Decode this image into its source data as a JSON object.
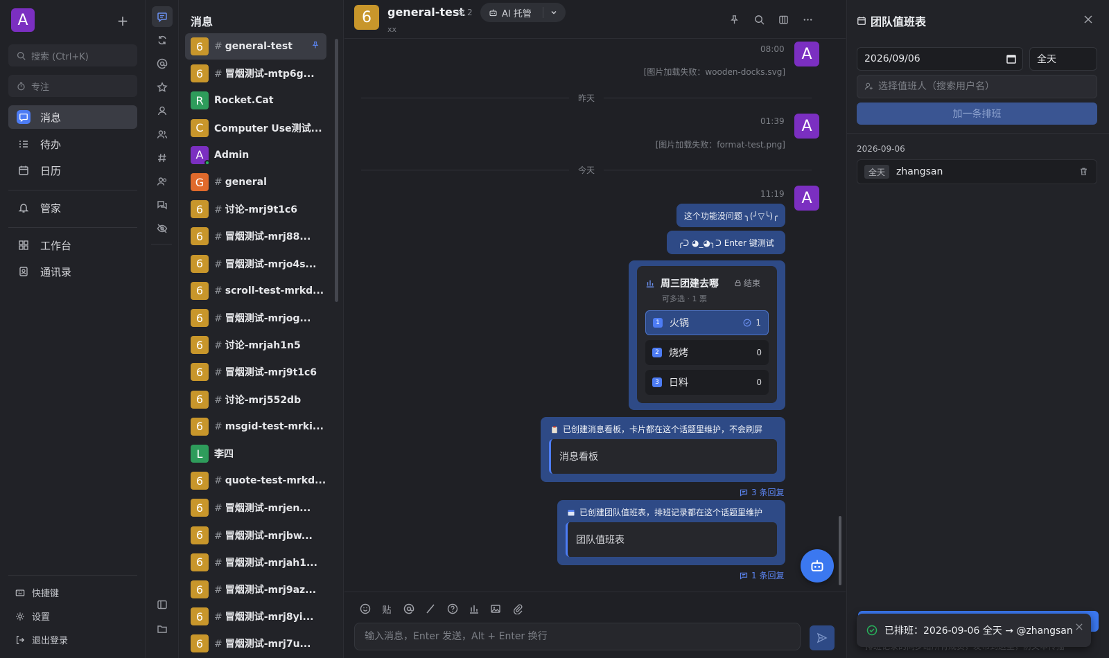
{
  "sidebar": {
    "brand_letter": "A",
    "search_placeholder": "搜索 (Ctrl+K)",
    "focus_label": "专注",
    "items": [
      {
        "label": "消息",
        "icon": "chat-icon"
      },
      {
        "label": "待办",
        "icon": "todo-icon"
      },
      {
        "label": "日历",
        "icon": "calendar-icon"
      },
      {
        "label": "管家",
        "icon": "bell-icon"
      },
      {
        "label": "工作台",
        "icon": "grid-icon"
      },
      {
        "label": "通讯录",
        "icon": "contacts-icon"
      }
    ],
    "bottom": [
      {
        "label": "快捷键",
        "icon": "keyboard-icon"
      },
      {
        "label": "设置",
        "icon": "gear-icon"
      },
      {
        "label": "退出登录",
        "icon": "logout-icon"
      }
    ]
  },
  "channel_list": {
    "title": "消息",
    "items": [
      {
        "name": "general-test",
        "letter": "6",
        "color": "#c8962b",
        "hash": true
      },
      {
        "name": "冒烟测试-mtp6g...",
        "letter": "6",
        "color": "#c8962b",
        "hash": true
      },
      {
        "name": "Rocket.Cat",
        "letter": "R",
        "color": "#2e9c5b",
        "hash": false
      },
      {
        "name": "Computer Use测试...",
        "letter": "C",
        "color": "#c8962b",
        "hash": false
      },
      {
        "name": "Admin",
        "letter": "A",
        "color": "#7b2fc1",
        "hash": false
      },
      {
        "name": "general",
        "letter": "G",
        "color": "#e06a2c",
        "hash": true
      },
      {
        "name": "讨论-mrj9t1c6",
        "letter": "6",
        "color": "#c8962b",
        "hash": true
      },
      {
        "name": "冒烟测试-mrj88...",
        "letter": "6",
        "color": "#c8962b",
        "hash": true
      },
      {
        "name": "冒烟测试-mrjo4s...",
        "letter": "6",
        "color": "#c8962b",
        "hash": true
      },
      {
        "name": "scroll-test-mrkd...",
        "letter": "6",
        "color": "#c8962b",
        "hash": true
      },
      {
        "name": "冒烟测试-mrjog...",
        "letter": "6",
        "color": "#c8962b",
        "hash": true
      },
      {
        "name": "讨论-mrjah1n5",
        "letter": "6",
        "color": "#c8962b",
        "hash": true
      },
      {
        "name": "冒烟测试-mrj9t1c6",
        "letter": "6",
        "color": "#c8962b",
        "hash": true
      },
      {
        "name": "讨论-mrj552db",
        "letter": "6",
        "color": "#c8962b",
        "hash": true
      },
      {
        "name": "msgid-test-mrki...",
        "letter": "6",
        "color": "#c8962b",
        "hash": true
      },
      {
        "name": "李四",
        "letter": "L",
        "color": "#2e9c5b",
        "hash": false
      },
      {
        "name": "quote-test-mrkd...",
        "letter": "6",
        "color": "#c8962b",
        "hash": true
      },
      {
        "name": "冒烟测试-mrjen...",
        "letter": "6",
        "color": "#c8962b",
        "hash": true
      },
      {
        "name": "冒烟测试-mrjbw...",
        "letter": "6",
        "color": "#c8962b",
        "hash": true
      },
      {
        "name": "冒烟测试-mrjah1...",
        "letter": "6",
        "color": "#c8962b",
        "hash": true
      },
      {
        "name": "冒烟测试-mrj9az...",
        "letter": "6",
        "color": "#c8962b",
        "hash": true
      },
      {
        "name": "冒烟测试-mrj8yi...",
        "letter": "6",
        "color": "#c8962b",
        "hash": true
      },
      {
        "name": "冒烟测试-mrj7u...",
        "letter": "6",
        "color": "#c8962b",
        "hash": true
      }
    ]
  },
  "chat": {
    "avatar_letter": "6",
    "title": "general-test",
    "member_count": "2",
    "subtitle": "xx",
    "ai_label": "AI 托管",
    "sender_letter": "A",
    "messages": {
      "t1": "08:00",
      "fail1": "[图片加载失败：wooden-docks.svg]",
      "day_yesterday": "昨天",
      "t2": "01:39",
      "fail2": "[图片加载失败：format-test.png]",
      "day_today": "今天",
      "t3": "11:19",
      "bubble1": "这个功能没问题 ╮(╯▽╰)╭",
      "bubble2": "╭ᑐ ◕_◕╮ᑐ Enter 键测试"
    },
    "poll": {
      "title": "周三团建去哪",
      "status": "结束",
      "meta": "可多选 · 1 票",
      "options": [
        {
          "num": "1",
          "label": "火锅",
          "count": "1",
          "selected": true
        },
        {
          "num": "2",
          "label": "烧烤",
          "count": "0",
          "selected": false
        },
        {
          "num": "3",
          "label": "日料",
          "count": "0",
          "selected": false
        }
      ]
    },
    "board_card": {
      "head": "已创建消息看板，卡片都在这个话题里维护，不会刷屏",
      "inner": "消息看板",
      "replies": "3 条回复"
    },
    "duty_card": {
      "head": "已创建团队值班表，排班记录都在这个话题里维护",
      "inner": "团队值班表",
      "replies": "1 条回复"
    },
    "input_placeholder": "输入消息，Enter 发送，Alt + Enter 换行",
    "tools": [
      "smile-icon",
      "paste-icon",
      "at-icon",
      "slash-icon",
      "help-icon",
      "chart-icon",
      "image-icon",
      "attach-icon"
    ],
    "paste_label": "贴"
  },
  "duty_panel": {
    "title": "团队值班表",
    "date_value": "2026/09/06",
    "allday": "全天",
    "user_placeholder": "选择值班人（搜索用户名）",
    "add_label": "加一条排班",
    "day_header": "2026-09-06",
    "entry": {
      "badge": "全天",
      "user": "zhangsan"
    }
  },
  "toast": {
    "message": "已排班：2026-09-06 全天 → @zhangsan",
    "under_text": "排班记录的同步给所有成员，发布到这里，防文本传播"
  },
  "colors": {
    "accent": "#4d7cf4",
    "bubble": "#2e4a86",
    "channel_yellow": "#c8962b",
    "purple_avatar": "#7b2fc1",
    "success_green": "#27b35b"
  }
}
